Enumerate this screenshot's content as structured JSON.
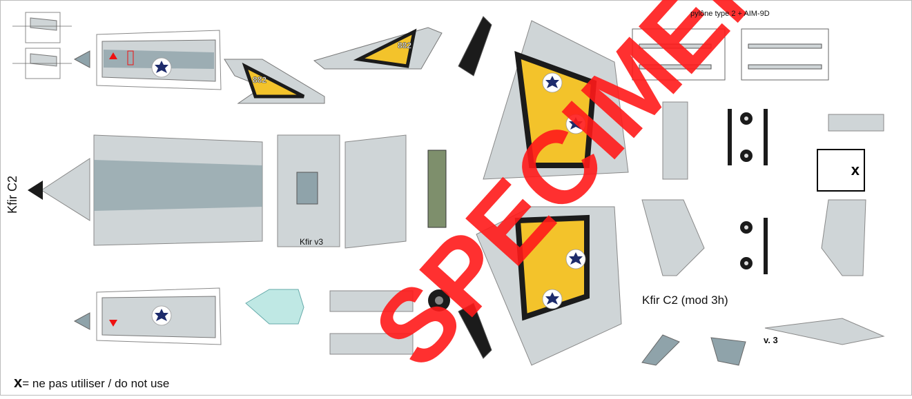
{
  "labels": {
    "kfir_c2": "Kfir C2",
    "pylon_title": "pylône type 2 + AIM-9D",
    "kfir_v3": "Kfir v3",
    "kfir_c2_mod": "Kfir C2 (mod 3h)",
    "version": "v. 3",
    "legend_x": "x",
    "legend_text": "= ne pas utiliser / do not use",
    "tail_number": "882",
    "watermark": "SPECIMEN"
  },
  "colors": {
    "light_grey": "#cfd5d7",
    "dark_grey": "#8fa3aa",
    "yellow": "#f3c32b",
    "black": "#1b1b1b",
    "red": "#ff1a1a",
    "navy": "#1d2b6b",
    "canopy": "#bfe8e4",
    "olive": "#7e8f6c"
  }
}
